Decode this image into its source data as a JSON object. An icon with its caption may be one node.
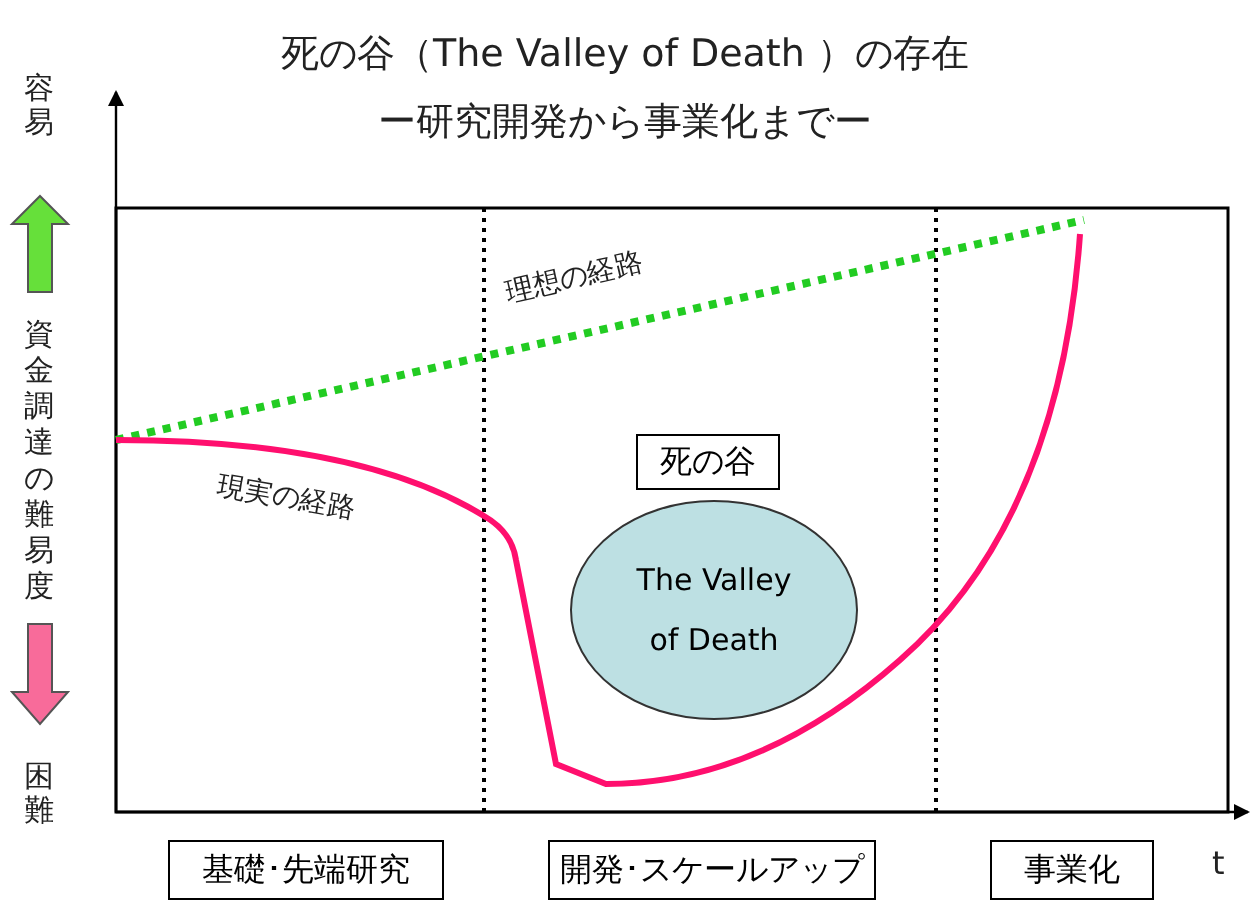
{
  "diagram": {
    "title": "死の谷（The Valley of Death ）の存在",
    "nodes": [
      {
        "text": [
          "死の谷"
        ]
      },
      {
        "text": [
          "The Valley of Death"
        ]
      },
      {
        "text": [
          "基礎･先端研究"
        ]
      },
      {
        "text": [
          "開発･スケールアップ"
        ]
      },
      {
        "text": [
          "事業化"
        ]
      }
    ],
    "labels": [
      "ー研究開発から事業化までー",
      "容易",
      "資金調達の難易度",
      "困難",
      "理想の経路",
      "現実の経路",
      "t"
    ]
  }
}
